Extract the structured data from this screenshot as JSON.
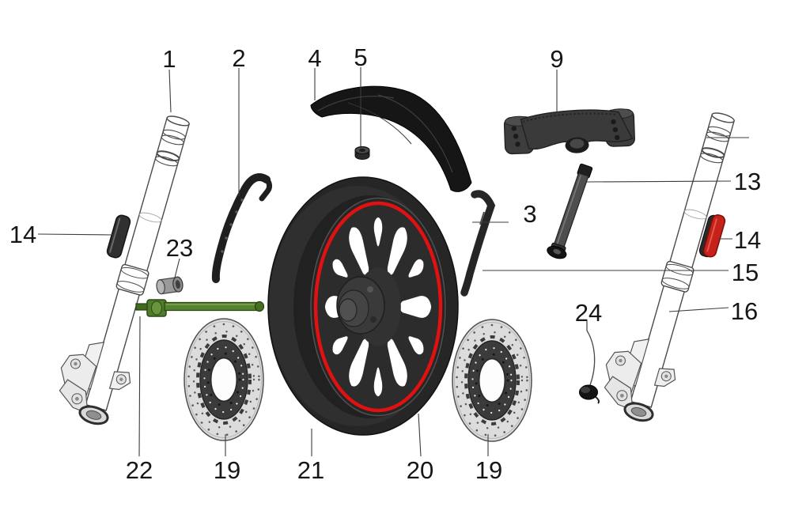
{
  "colors": {
    "accent_red": "#e01111",
    "reflector_red": "#c6221a",
    "axle_green": "#55832d",
    "ink": "#161616"
  },
  "labels": [
    {
      "part": "fork-leg-left",
      "text": "1"
    },
    {
      "part": "brake-hose-stay",
      "text": "2"
    },
    {
      "part": "front-fender",
      "text": "4"
    },
    {
      "part": "fender-nut",
      "text": "5"
    },
    {
      "part": "lower-triple-clamp",
      "text": "9"
    },
    {
      "part": "reflector-left",
      "text": "14"
    },
    {
      "part": "wheel-spacer",
      "text": "23"
    },
    {
      "part": "sensor-stay",
      "text": "3"
    },
    {
      "part": "axle-rod",
      "text": "13"
    },
    {
      "part": "reflector-right",
      "text": "14"
    },
    {
      "part": "axle-washer",
      "text": "15"
    },
    {
      "part": "fork-leg-right",
      "text": "16"
    },
    {
      "part": "axle-cap",
      "text": "24"
    },
    {
      "part": "front-axle",
      "text": "22"
    },
    {
      "part": "brake-disc-left",
      "text": "19"
    },
    {
      "part": "front-tire",
      "text": "21"
    },
    {
      "part": "wheel-rim",
      "text": "20"
    },
    {
      "part": "brake-disc-right",
      "text": "19"
    }
  ]
}
